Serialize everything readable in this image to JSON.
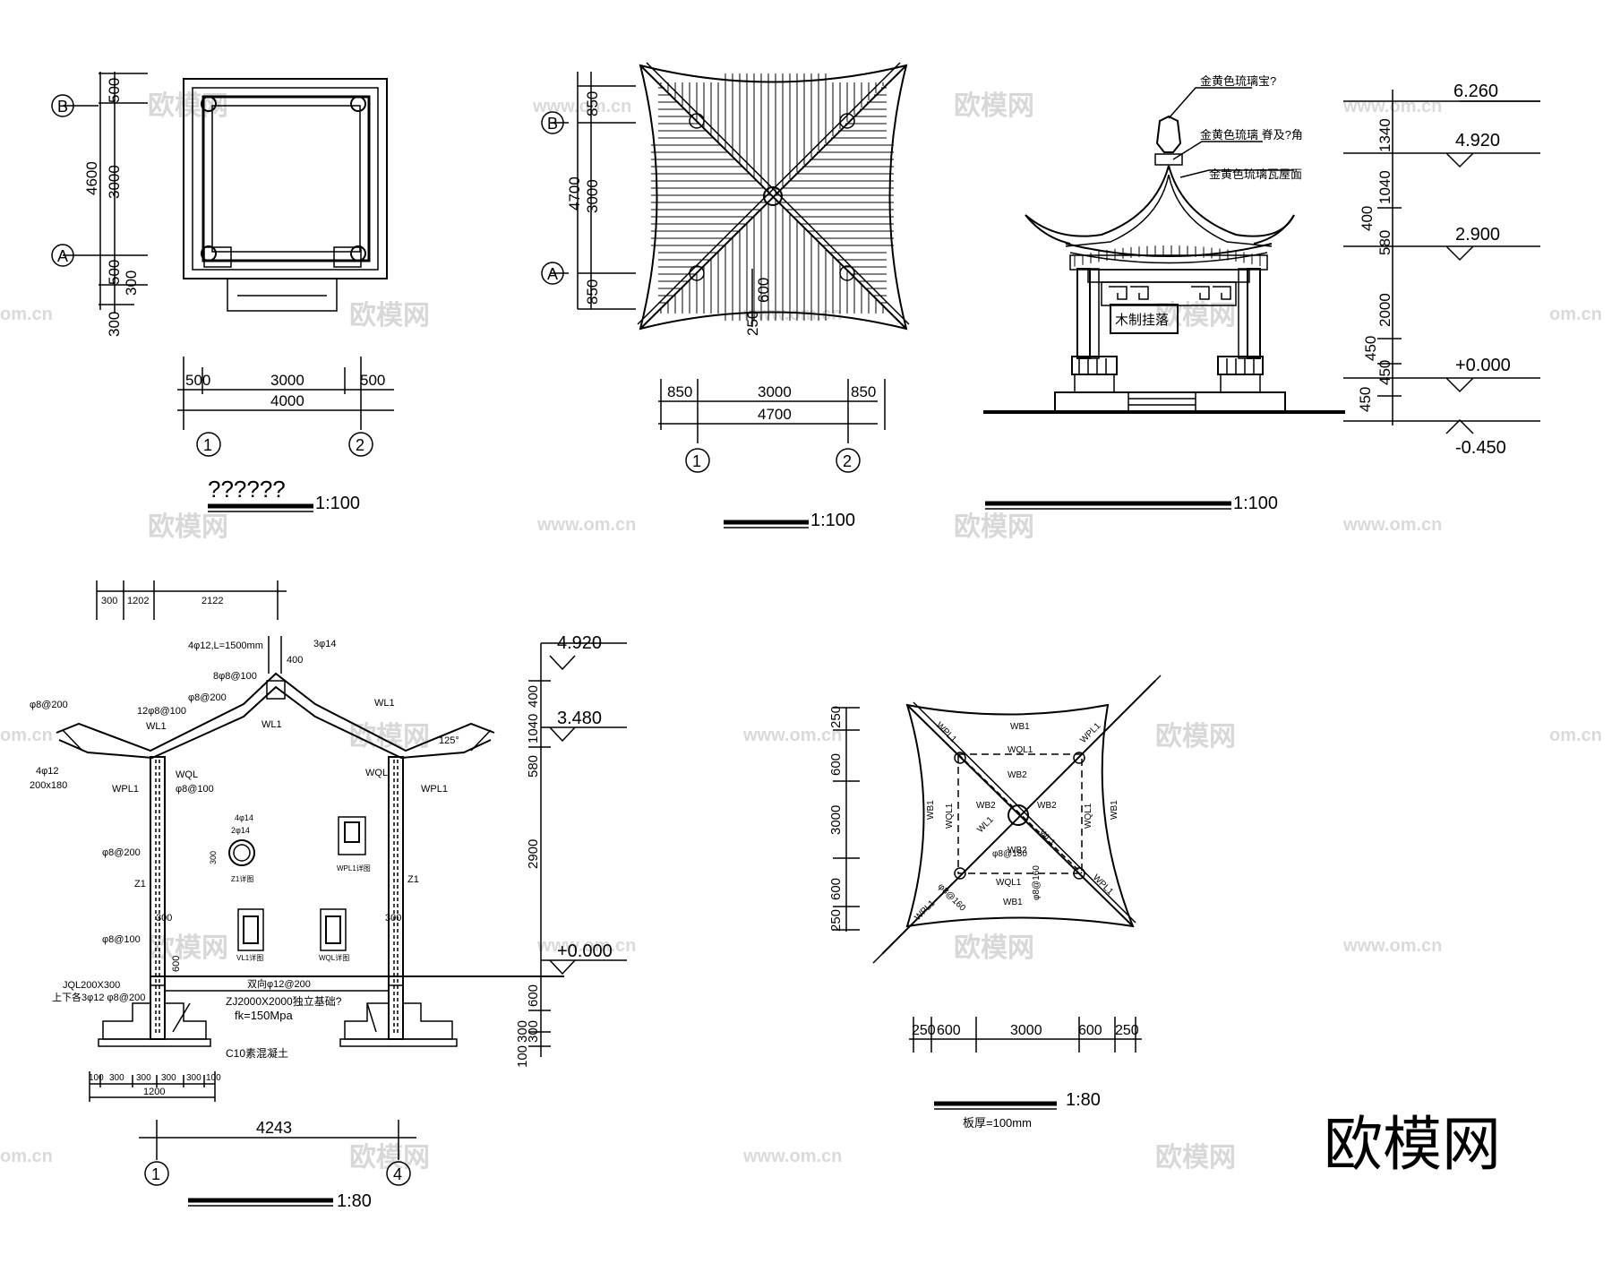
{
  "watermark": {
    "brand": "欧模网",
    "url": "www.om.cn",
    "corner_brand": "欧模网",
    "url_short": "om.cn"
  },
  "plan": {
    "axes": {
      "b": "B",
      "a": "A",
      "one": "1",
      "two": "2"
    },
    "dims_vertical": [
      "500",
      "4600",
      "3000",
      "500",
      "300",
      "300"
    ],
    "dims_horizontal": [
      "500",
      "3000",
      "500",
      "4000"
    ],
    "title": "??????",
    "scale": "1:100"
  },
  "roof_plan": {
    "axes": {
      "b": "B",
      "a": "A",
      "one": "1",
      "two": "2"
    },
    "dims_vertical": [
      "850",
      "4700",
      "3000",
      "850",
      "600",
      "250"
    ],
    "dims_horizontal": [
      "850",
      "3000",
      "850",
      "4700"
    ],
    "scale": "1:100"
  },
  "elevation": {
    "notes": [
      "金黄色琉璃宝?",
      "金黄色琉璃  脊及?角",
      "金黄色琉璃瓦屋面"
    ],
    "plaque": "木制挂落",
    "levels": [
      "6.260",
      "4.920",
      "2.900",
      "+0.000",
      "-0.450"
    ],
    "dims": [
      "1340",
      "1040",
      "400",
      "580",
      "2000",
      "450",
      "450",
      "450"
    ],
    "scale": "1:100"
  },
  "section": {
    "top_dims": [
      "300",
      "1202",
      "2122"
    ],
    "labels": {
      "rebar_top": "4φ12,L=1500mm",
      "r_3f14": "3φ14",
      "r_400": "400",
      "r_8f8": "8φ8@100",
      "r_f8200a": "φ8@200",
      "r_12f8": "12φ8@100",
      "r_f8200b": "φ8@200",
      "wl1a": "WL1",
      "wl1b": "WL1",
      "wl1c": "WL1",
      "r_4f12": "4φ12",
      "r_200x180": "200x180",
      "wpl1a": "WPL1",
      "wql_a": "WQL",
      "wql_b": "WQL",
      "wpl1b": "WPL1",
      "ang": "125°",
      "r_f8200c": "φ8@200",
      "r_f8100": "φ8@100",
      "z1a": "Z1",
      "z1b": "Z1",
      "r_f8100b": "φ8@100",
      "r_300a": "300",
      "r_300b": "300",
      "r_jql": "JQL200X300",
      "r_jql2": "上下各3φ12  φ8@200",
      "r_600": "600",
      "r_2way": "双向φ12@200",
      "zj": "ZJ2000X2000独立基础?",
      "fk": "fk=150Mpa",
      "c10": "C10素混凝土",
      "det_z1": "Z1详图",
      "det_4f14": "4φ14",
      "det_2f14": "2φ14",
      "det_300": "300",
      "det_wpl": "WPL1详图",
      "det_vl": "VL1详图",
      "det_wql": "WQL详图"
    },
    "levels": [
      "4.920",
      "3.480",
      "+0.000"
    ],
    "right_dims": [
      "400",
      "1040",
      "580",
      "2900",
      "600",
      "300",
      "300",
      "100"
    ],
    "footing_dims": [
      "100",
      "300",
      "300",
      "300",
      "300",
      "100",
      "1200"
    ],
    "span": "4243",
    "axes": {
      "one": "1",
      "four": "4"
    },
    "scale": "1:80"
  },
  "roof_framing": {
    "labels": [
      "WB1",
      "WPL1",
      "WPL1",
      "WQL1",
      "WB2",
      "WB2",
      "WB2",
      "WB2",
      "WL1",
      "WL1",
      "WQL1",
      "WQL1",
      "WQL1",
      "WB1",
      "WB1",
      "WB1",
      "WPL1",
      "WPL1",
      "φ8@180",
      "φ8@160",
      "φ8@160"
    ],
    "dims_vertical": [
      "250",
      "600",
      "3000",
      "600",
      "250"
    ],
    "dims_horizontal": [
      "250",
      "600",
      "3000",
      "600",
      "250"
    ],
    "scale": "1:80",
    "note": "板厚=100mm"
  }
}
